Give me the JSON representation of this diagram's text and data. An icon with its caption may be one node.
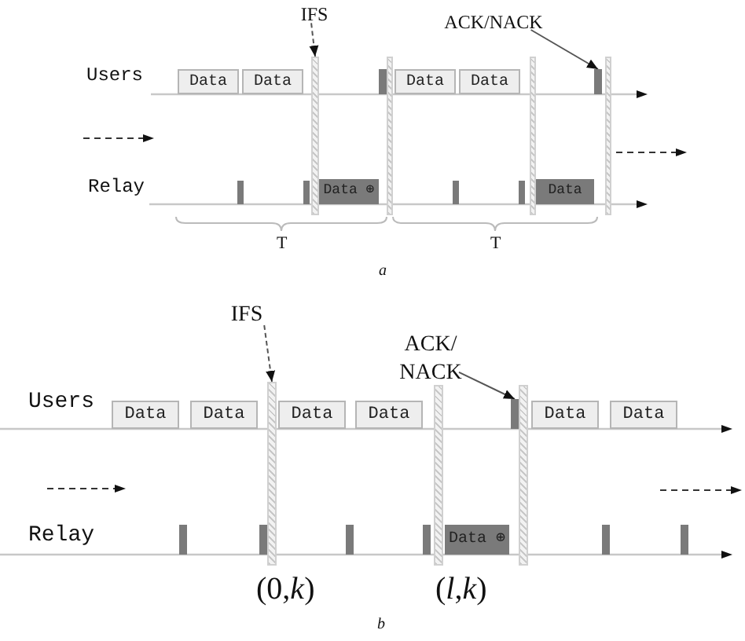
{
  "diagram": {
    "nodes": [
      {
        "text": [
          "IFS"
        ]
      },
      {
        "text": [
          "ACK/NACK"
        ]
      },
      {
        "text": [
          "Data"
        ]
      },
      {
        "text": [
          "Data"
        ]
      },
      {
        "text": [
          "Data"
        ]
      },
      {
        "text": [
          "Data"
        ]
      },
      {
        "text": [],
        "shape": "bar"
      },
      {
        "text": [],
        "shape": "bar"
      },
      {
        "text": [
          "Data ⊕"
        ]
      },
      {
        "text": [
          "Data"
        ]
      },
      {
        "text": [
          "IFS"
        ]
      },
      {
        "text": [
          "ACK/ NACK"
        ]
      },
      {
        "text": [
          "Data"
        ]
      },
      {
        "text": [
          "Data"
        ]
      },
      {
        "text": [
          "Data"
        ]
      },
      {
        "text": [
          "Data"
        ]
      },
      {
        "text": [
          "Data"
        ]
      },
      {
        "text": [
          "Data"
        ]
      },
      {
        "text": [],
        "shape": "bar"
      },
      {
        "text": [],
        "shape": "bar"
      },
      {
        "text": [
          "Data ⊕"
        ]
      }
    ],
    "edges": [
      {
        "from": 0,
        "to": 6,
        "arrow": "to",
        "style": "dashed"
      },
      {
        "from": 1,
        "to": 7,
        "arrow": "to"
      },
      {
        "from": 10,
        "to": 18,
        "arrow": "to",
        "style": "dashed"
      },
      {
        "from": 11,
        "to": 19,
        "arrow": "to"
      }
    ],
    "labels": [
      "Users",
      "Relay",
      "T",
      "T",
      "a",
      "Users",
      "Relay",
      "(0,*k*)",
      "(*l*,*k*)",
      "b"
    ]
  }
}
